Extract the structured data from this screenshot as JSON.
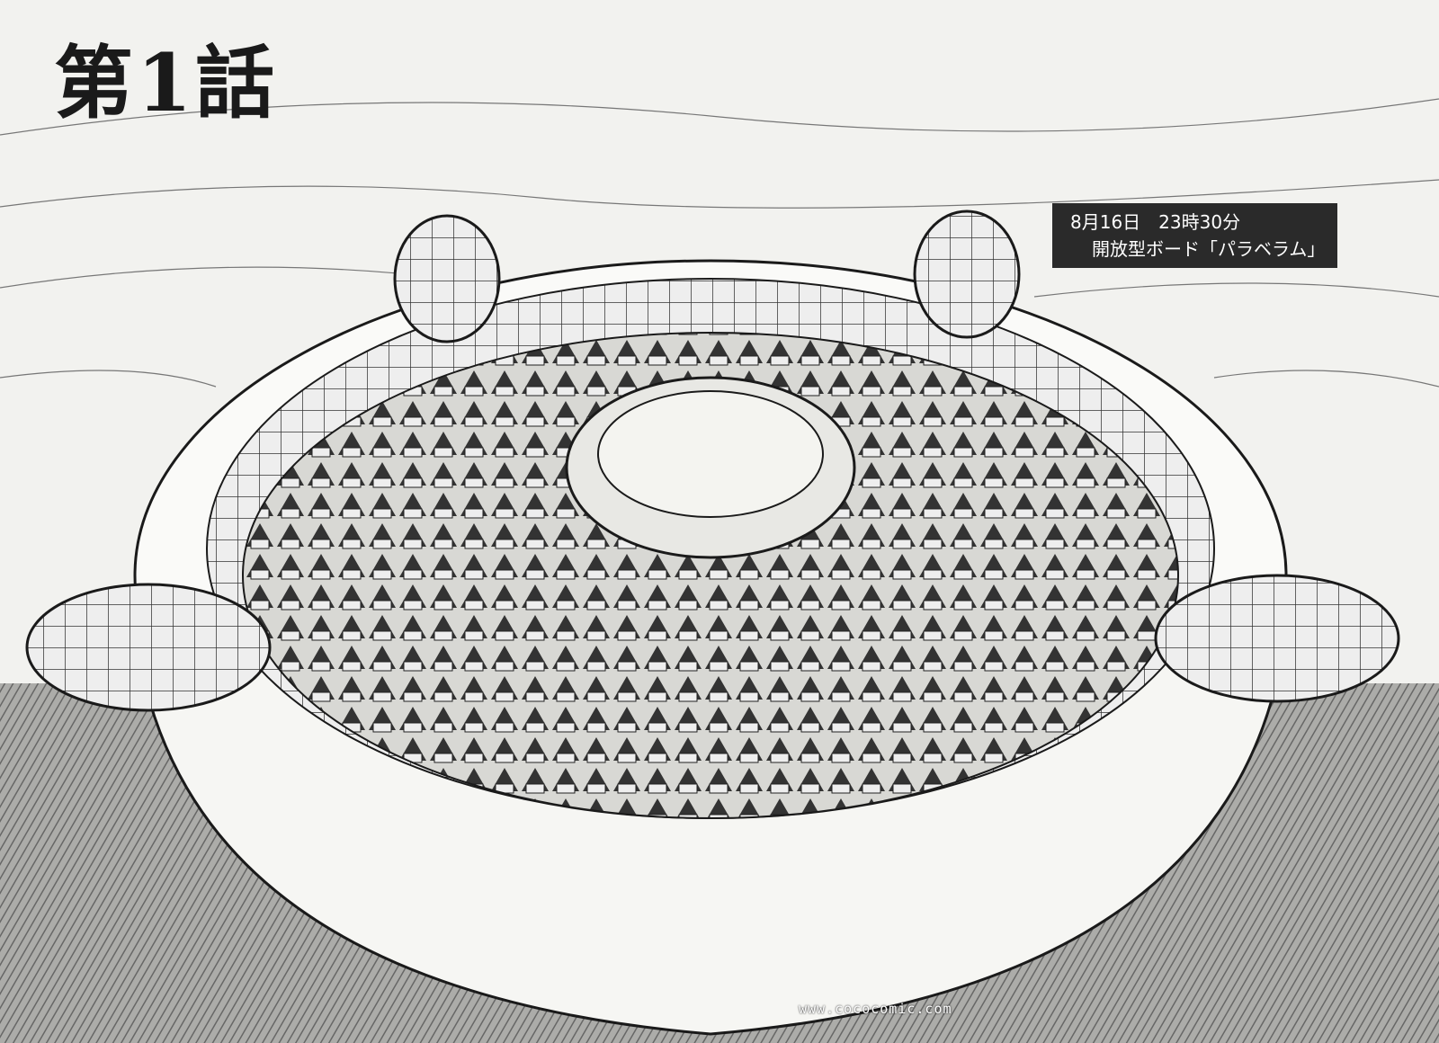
{
  "chapter_title": "第1話",
  "caption": {
    "line1": "8月16日　23時30分",
    "line2": "開放型ボード「パラベラム」"
  },
  "watermark": "www.cococomic.com",
  "colors": {
    "ink": "#1a1a1a",
    "paper": "#f2f2ef",
    "caption_bg": "#2a2a2a"
  }
}
